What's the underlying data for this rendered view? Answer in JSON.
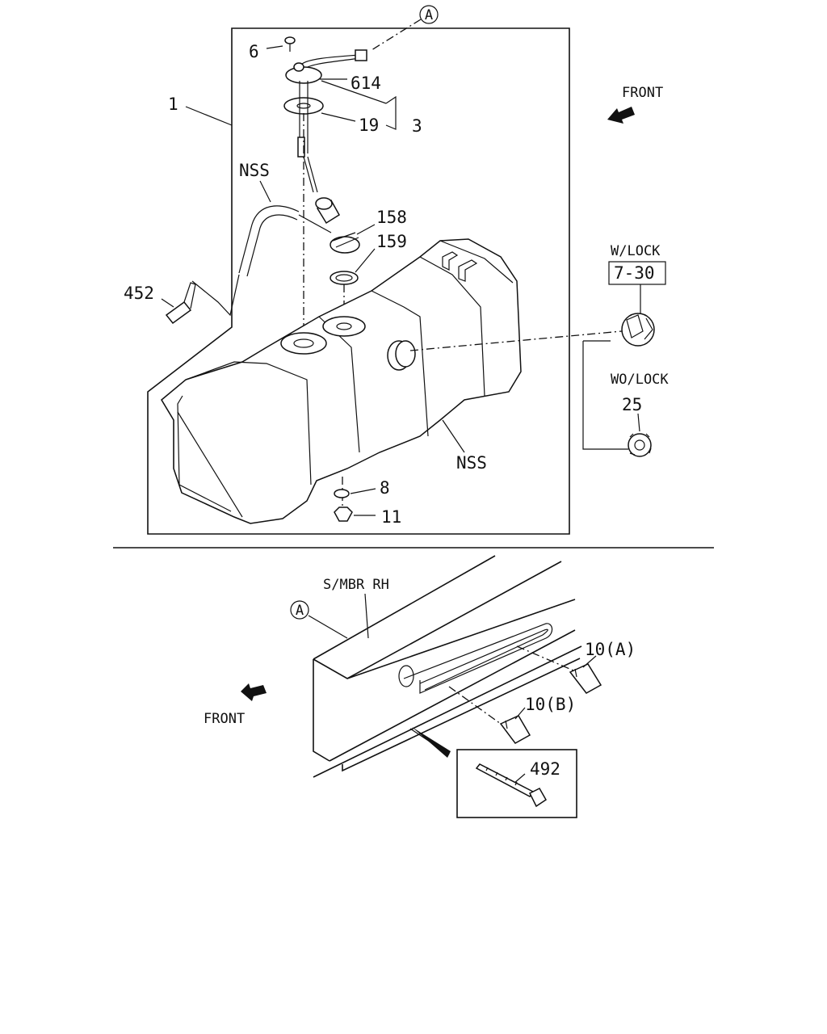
{
  "labels": {
    "ref_a_top": "A",
    "ref_a_bottom": "A",
    "p6": "6",
    "p614": "614",
    "p3": "3",
    "p19": "19",
    "p1": "1",
    "nss_hose": "NSS",
    "p158": "158",
    "p159": "159",
    "p452": "452",
    "front_top": "FRONT",
    "w_lock": "W/LOCK",
    "ref_7_30": "7-30",
    "wo_lock": "WO/LOCK",
    "p25": "25",
    "nss_tank": "NSS",
    "p8": "8",
    "p11": "11",
    "smbr_rh": "S/MBR RH",
    "p10a": "10(A)",
    "p10b": "10(B)",
    "front_bottom": "FRONT",
    "p492": "492"
  }
}
